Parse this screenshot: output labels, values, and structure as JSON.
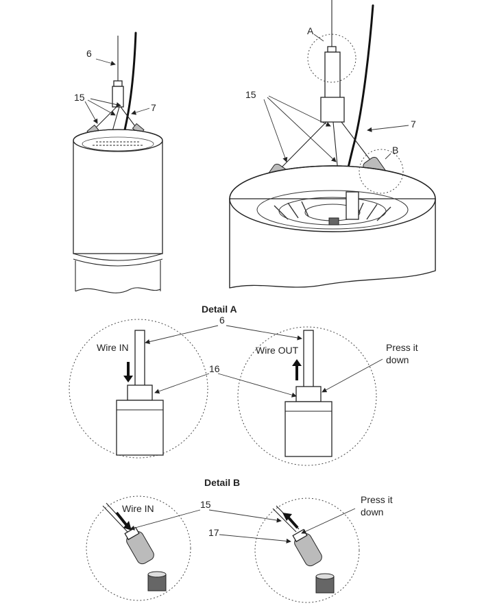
{
  "labels": {
    "wire_6_left": "6",
    "clips_15_left": "15",
    "cable_7_left": "7",
    "detail_A_tag": "A",
    "clips_15_right": "15",
    "cable_7_right": "7",
    "detail_B_tag": "B",
    "detail_a_title": "Detail A",
    "detail_a_wire_6": "6",
    "wire_in_a": "Wire IN",
    "wire_out_a": "Wire OUT",
    "press_it_a_line1": "Press it",
    "press_it_a_line2": "down",
    "gripper_16": "16",
    "detail_b_title": "Detail B",
    "wire_in_b": "Wire IN",
    "clips_15_b": "15",
    "press_it_b_line1": "Press it",
    "press_it_b_line2": "down",
    "gripper_17": "17"
  }
}
